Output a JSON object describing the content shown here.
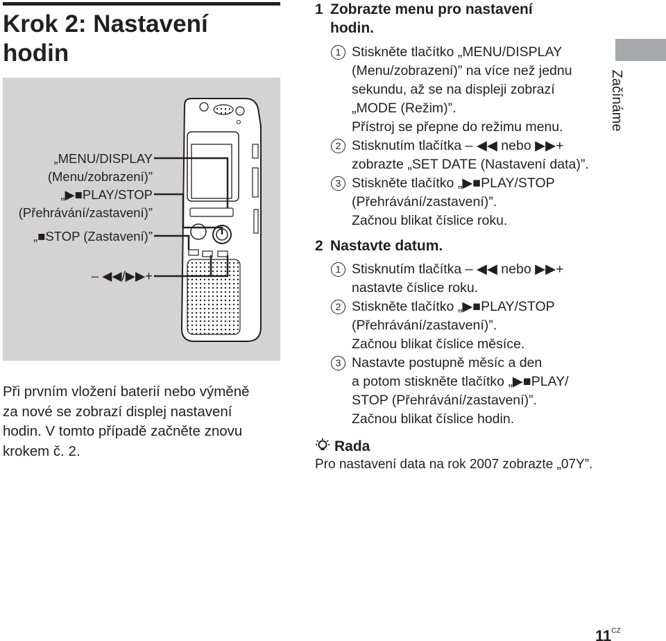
{
  "header": {
    "title": "Krok 2: Nastavení hodin"
  },
  "figure": {
    "callout_menu": [
      "„MENU/DISPLAY",
      "(Menu/zobrazení)”"
    ],
    "callout_play": [
      "„▶■PLAY/STOP",
      "(Přehrávání/zastavení)”"
    ],
    "callout_stop": "„■STOP (Zastavení)”",
    "callout_skip": "– ◀◀/▶▶+",
    "icon": "ic-recorder-device-icon"
  },
  "intro": {
    "text": [
      "Při prvním vložení baterií nebo výměně",
      "za nové se zobrazí displej nastavení",
      "hodin. V tomto případě začněte znovu",
      "krokem č. 2."
    ]
  },
  "section_tab": {
    "label": "Začínáme",
    "color": "#a7a9ac"
  },
  "steps": [
    {
      "number": "1",
      "heading": [
        "Zobrazte menu pro nastavení",
        "hodin."
      ],
      "substeps": [
        {
          "marker": "1",
          "lines": [
            "Stiskněte tlačítko „MENU/DISPLAY",
            "(Menu/zobrazení)” na více než jednu",
            "sekundu, až se na displeji zobrazí",
            "„MODE (Režim)”.",
            "Přístroj se přepne do režimu menu."
          ]
        },
        {
          "marker": "2",
          "lines": [
            "Stisknutím tlačítka – ◀◀ nebo ▶▶+",
            "zobrazte „SET DATE (Nastavení data)”."
          ]
        },
        {
          "marker": "3",
          "lines": [
            "Stiskněte tlačítko „▶■PLAY/STOP",
            "(Přehrávání/zastavení)”.",
            "Začnou blikat číslice roku."
          ]
        }
      ]
    },
    {
      "number": "2",
      "heading": [
        "Nastavte datum."
      ],
      "substeps": [
        {
          "marker": "1",
          "lines": [
            "Stisknutím tlačítka – ◀◀ nebo ▶▶+",
            "nastavte číslice roku."
          ]
        },
        {
          "marker": "2",
          "lines": [
            "Stiskněte tlačítko „▶■PLAY/STOP",
            "(Přehrávání/zastavení)”.",
            "Začnou blikat číslice měsíce."
          ]
        },
        {
          "marker": "3",
          "lines": [
            "Nastavte postupně měsíc a den",
            "a potom stiskněte tlačítko „▶■PLAY/",
            "STOP (Přehrávání/zastavení)”.",
            "Začnou blikat číslice hodin."
          ]
        }
      ]
    }
  ],
  "tip": {
    "label": "Rada",
    "icon": "lightbulb-icon",
    "text": "Pro nastavení data na rok 2007 zobrazte „07Y”."
  },
  "footer": {
    "page": "11",
    "lang": "CZ"
  }
}
